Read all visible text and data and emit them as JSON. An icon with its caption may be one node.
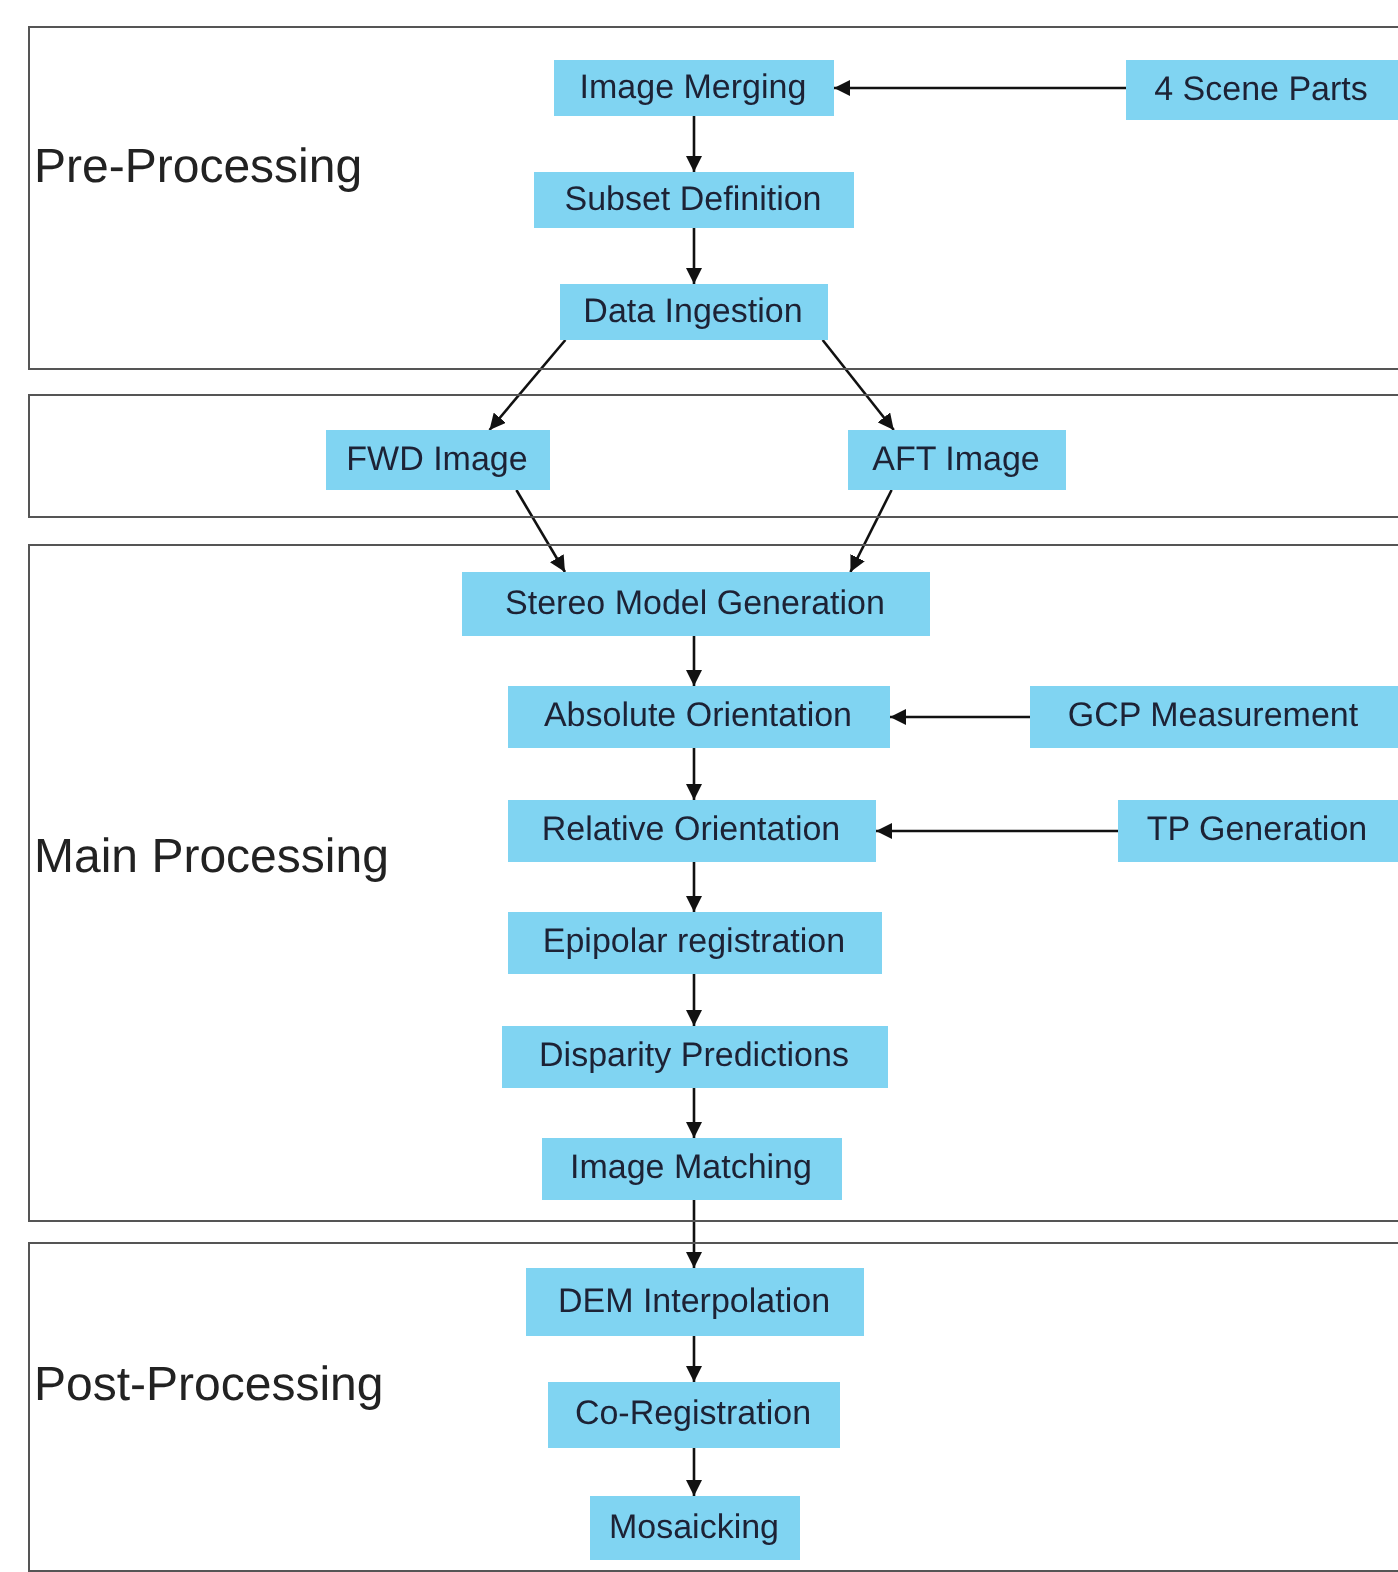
{
  "diagram": {
    "nodes": [
      {
        "text": [
          "Pre-Processing"
        ]
      },
      {
        "text": [
          "Image Merging"
        ],
        "in": 0
      },
      {
        "text": [
          "4 Scene Parts"
        ],
        "in": 0
      },
      {
        "text": [
          "Subset Definition"
        ],
        "in": 0
      },
      {
        "text": [
          "Data Ingestion"
        ],
        "in": 0
      },
      {
        "text": [],
        "shape": "box"
      },
      {
        "text": [
          "FWD Image"
        ],
        "in": 5
      },
      {
        "text": [
          "AFT Image"
        ],
        "in": 5
      },
      {
        "text": [
          "Main Processing"
        ]
      },
      {
        "text": [
          "Stereo Model Generation"
        ],
        "in": 8
      },
      {
        "text": [
          "Absolute Orientation"
        ],
        "in": 8
      },
      {
        "text": [
          "GCP Measurement"
        ],
        "in": 8
      },
      {
        "text": [
          "Relative Orientation"
        ],
        "in": 8
      },
      {
        "text": [
          "TP Generation"
        ],
        "in": 8
      },
      {
        "text": [
          "Epipolar registration"
        ],
        "in": 8
      },
      {
        "text": [
          "Disparity Predictions"
        ],
        "in": 8
      },
      {
        "text": [
          "Image Matching"
        ],
        "in": 8
      },
      {
        "text": [
          "Post-Processing"
        ]
      },
      {
        "text": [
          "DEM Interpolation"
        ],
        "in": 17
      },
      {
        "text": [
          "Co-Registration"
        ],
        "in": 17
      },
      {
        "text": [
          "Mosaicking"
        ],
        "in": 17
      }
    ],
    "edges": [
      {
        "from": 2,
        "to": 1,
        "arrow": "to"
      },
      {
        "from": 1,
        "to": 3,
        "arrow": "to"
      },
      {
        "from": 3,
        "to": 4,
        "arrow": "to"
      },
      {
        "from": 4,
        "to": 6,
        "arrow": "to"
      },
      {
        "from": 4,
        "to": 7,
        "arrow": "to"
      },
      {
        "from": 6,
        "to": 9,
        "arrow": "to"
      },
      {
        "from": 7,
        "to": 9,
        "arrow": "to"
      },
      {
        "from": 9,
        "to": 10,
        "arrow": "to"
      },
      {
        "from": 11,
        "to": 10,
        "arrow": "to"
      },
      {
        "from": 10,
        "to": 12,
        "arrow": "to"
      },
      {
        "from": 13,
        "to": 12,
        "arrow": "to"
      },
      {
        "from": 12,
        "to": 14,
        "arrow": "to"
      },
      {
        "from": 14,
        "to": 15,
        "arrow": "to"
      },
      {
        "from": 15,
        "to": 16,
        "arrow": "to"
      },
      {
        "from": 16,
        "to": 18,
        "arrow": "to"
      },
      {
        "from": 18,
        "to": 19,
        "arrow": "to"
      },
      {
        "from": 19,
        "to": 20,
        "arrow": "to"
      }
    ]
  }
}
